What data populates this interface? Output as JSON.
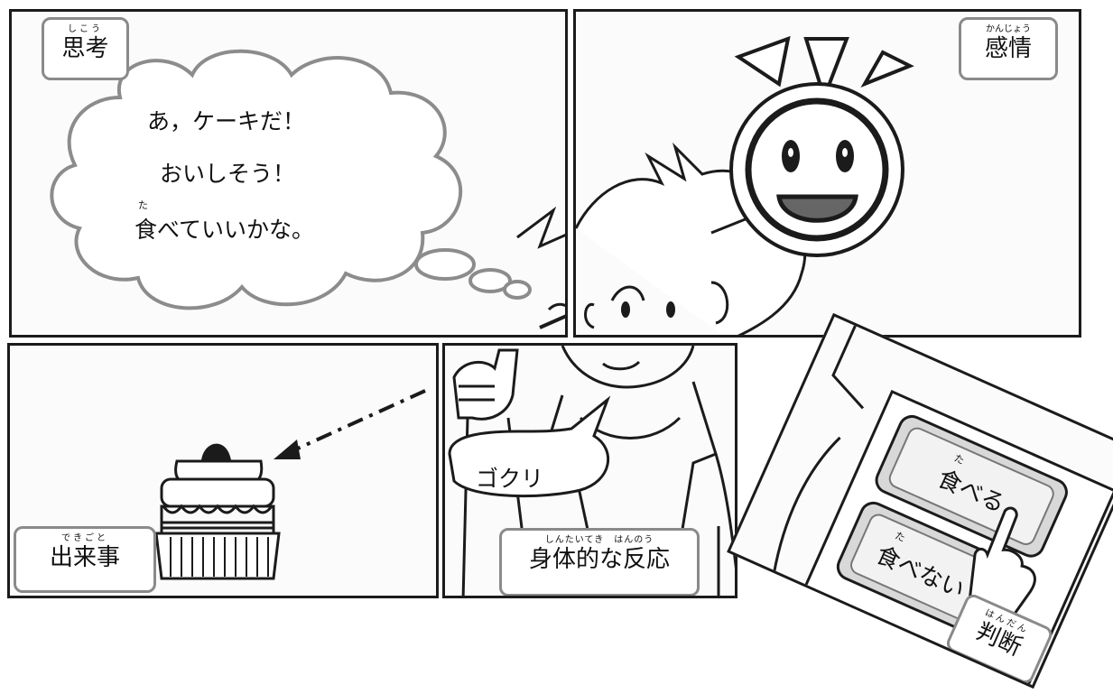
{
  "panels": {
    "thought": {
      "label_ruby": "しこう",
      "label": "思考",
      "lines": [
        "あ，ケーキだ！",
        "おいしそう！",
        "食べていいかな。"
      ],
      "line3_ruby": "た"
    },
    "emotion": {
      "label_ruby": "かんじょう",
      "label": "感情"
    },
    "event": {
      "label_ruby": "できごと",
      "label": "出来事"
    },
    "body": {
      "label_ruby": "しんたいてき　はんのう",
      "label": "身体的な反応",
      "speech": "ゴクリ"
    },
    "judgment": {
      "label_ruby": "はんだん",
      "label": "判断",
      "button_eat_ruby": "た",
      "button_eat": "食べる",
      "button_not_eat_ruby": "た",
      "button_not_eat": "食べない"
    }
  },
  "colors": {
    "border": "#1b1b1b",
    "label_border": "#8a8a8a",
    "cloud_stroke": "#8c8c8c",
    "mouth_fill": "#666666"
  }
}
